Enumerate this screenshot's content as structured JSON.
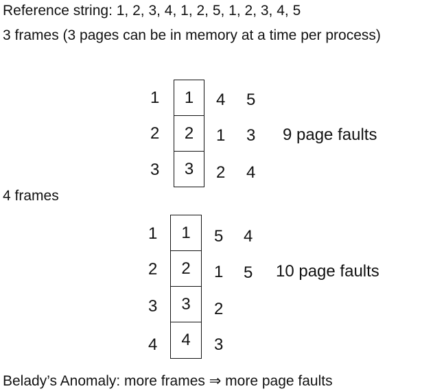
{
  "reference_string": "Reference string: 1, 2, 3, 4, 1, 2, 5, 1, 2, 3, 4, 5",
  "three_frames": {
    "heading": "3 frames (3 pages can be in memory at a time per process)",
    "rows": [
      {
        "label": "1",
        "frame": "1",
        "extra1": "4",
        "extra2": "5"
      },
      {
        "label": "2",
        "frame": "2",
        "extra1": "1",
        "extra2": "3"
      },
      {
        "label": "3",
        "frame": "3",
        "extra1": "2",
        "extra2": "4"
      }
    ],
    "faults": "9 page faults"
  },
  "four_frames": {
    "heading": "4 frames",
    "rows": [
      {
        "label": "1",
        "frame": "1",
        "extra1": "5",
        "extra2": "4"
      },
      {
        "label": "2",
        "frame": "2",
        "extra1": "1",
        "extra2": "5"
      },
      {
        "label": "3",
        "frame": "3",
        "extra1": "2"
      },
      {
        "label": "4",
        "frame": "4",
        "extra1": "3"
      }
    ],
    "faults": "10 page faults"
  },
  "conclusion": "Belady’s Anomaly: more frames ⇒ more page faults"
}
